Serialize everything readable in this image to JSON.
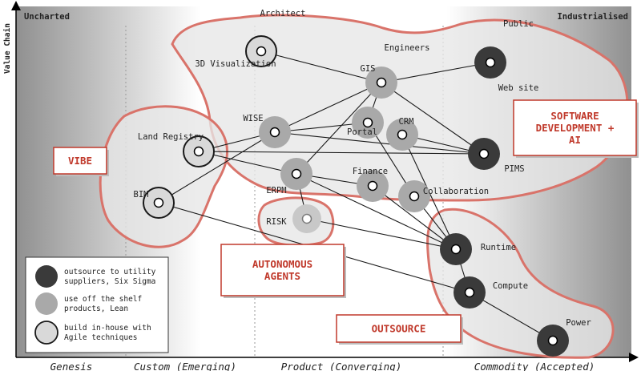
{
  "map": {
    "axis": {
      "y_label": "Value Chain"
    },
    "corners": {
      "left": "Uncharted",
      "right": "Industrialised"
    },
    "phases": [
      {
        "id": "genesis",
        "label": "Genesis"
      },
      {
        "id": "custom",
        "label": "Custom (Emerging)"
      },
      {
        "id": "product",
        "label": "Product (Converging)"
      },
      {
        "id": "commodity",
        "label": "Commodity (Accepted)"
      }
    ],
    "nodes": [
      {
        "id": "architect",
        "label": "Architect",
        "type": "user"
      },
      {
        "id": "engineers",
        "label": "Engineers",
        "type": "user"
      },
      {
        "id": "public",
        "label": "Public",
        "type": "user"
      },
      {
        "id": "viz3d",
        "label": "3D Visualization",
        "type": "build"
      },
      {
        "id": "gis",
        "label": "GIS",
        "type": "shelf"
      },
      {
        "id": "website",
        "label": "Web site",
        "type": "utility"
      },
      {
        "id": "wise",
        "label": "WISE",
        "type": "shelf"
      },
      {
        "id": "portal",
        "label": "Portal",
        "type": "shelf"
      },
      {
        "id": "crm",
        "label": "CRM",
        "type": "shelf"
      },
      {
        "id": "pims",
        "label": "PIMS",
        "type": "utility"
      },
      {
        "id": "land",
        "label": "Land Registry",
        "type": "build"
      },
      {
        "id": "erpm",
        "label": "ERPM",
        "type": "shelf"
      },
      {
        "id": "finance",
        "label": "Finance",
        "type": "shelf"
      },
      {
        "id": "collab",
        "label": "Collaboration",
        "type": "shelf"
      },
      {
        "id": "bim",
        "label": "BIM",
        "type": "build"
      },
      {
        "id": "risk",
        "label": "RISK",
        "type": "faded"
      },
      {
        "id": "runtime",
        "label": "Runtime",
        "type": "utility"
      },
      {
        "id": "compute",
        "label": "Compute",
        "type": "utility"
      },
      {
        "id": "power",
        "label": "Power",
        "type": "utility"
      }
    ],
    "links": [
      [
        "architect",
        "viz3d"
      ],
      [
        "engineers",
        "gis"
      ],
      [
        "public",
        "website"
      ],
      [
        "viz3d",
        "gis"
      ],
      [
        "gis",
        "website"
      ],
      [
        "gis",
        "wise"
      ],
      [
        "gis",
        "pims"
      ],
      [
        "gis",
        "erpm"
      ],
      [
        "gis",
        "portal"
      ],
      [
        "wise",
        "portal"
      ],
      [
        "wise",
        "pims"
      ],
      [
        "wise",
        "land"
      ],
      [
        "wise",
        "bim"
      ],
      [
        "land",
        "erpm"
      ],
      [
        "land",
        "pims"
      ],
      [
        "erpm",
        "finance"
      ],
      [
        "erpm",
        "risk"
      ],
      [
        "erpm",
        "runtime"
      ],
      [
        "crm",
        "pims"
      ],
      [
        "crm",
        "runtime"
      ],
      [
        "portal",
        "collab"
      ],
      [
        "finance",
        "runtime"
      ],
      [
        "collab",
        "runtime"
      ],
      [
        "risk",
        "runtime"
      ],
      [
        "bim",
        "compute"
      ],
      [
        "runtime",
        "compute"
      ],
      [
        "compute",
        "power"
      ]
    ],
    "callouts": [
      {
        "id": "vibe",
        "lines": [
          "VIBE"
        ]
      },
      {
        "id": "software",
        "lines": [
          "SOFTWARE",
          "DEVELOPMENT +",
          "AI"
        ]
      },
      {
        "id": "agents",
        "lines": [
          "AUTONOMOUS",
          "AGENTS"
        ]
      },
      {
        "id": "outsource",
        "lines": [
          "OUTSOURCE"
        ]
      }
    ],
    "legend": [
      {
        "type": "utility",
        "lines": [
          "outsource to utility",
          "suppliers, Six Sigma"
        ]
      },
      {
        "type": "shelf",
        "lines": [
          "use off the shelf",
          "products, Lean"
        ]
      },
      {
        "type": "build",
        "lines": [
          "build in-house with",
          "Agile techniques"
        ]
      }
    ],
    "colors": {
      "utility": "#3a3a3a",
      "shelf": "#a9a9a9",
      "build": "#d9d9d9",
      "accent": "#c0392b",
      "blob_stroke": "#d9736a"
    }
  }
}
